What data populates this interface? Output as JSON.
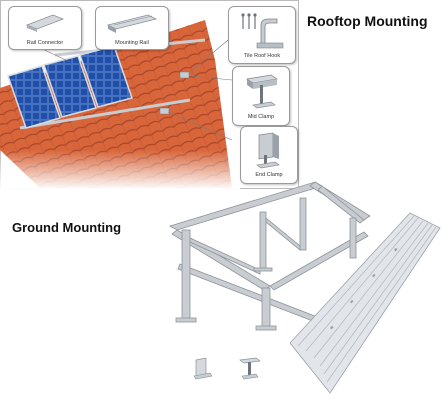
{
  "headings": {
    "rooftop": "Rooftop Mounting",
    "ground": "Ground Mounting"
  },
  "callouts": {
    "rail_connector": "Rail Connector",
    "mounting_rail": "Mounting Rail",
    "tile_roof_hook": "Tile Roof Hook",
    "mid_clamp": "Mid Clamp",
    "end_clamp": "End Clamp"
  },
  "colors": {
    "roof_tile": "#d9663a",
    "panel_blue": "#1f4fa8",
    "aluminum": "#c9cdd2",
    "steel": "#b8bec6"
  }
}
